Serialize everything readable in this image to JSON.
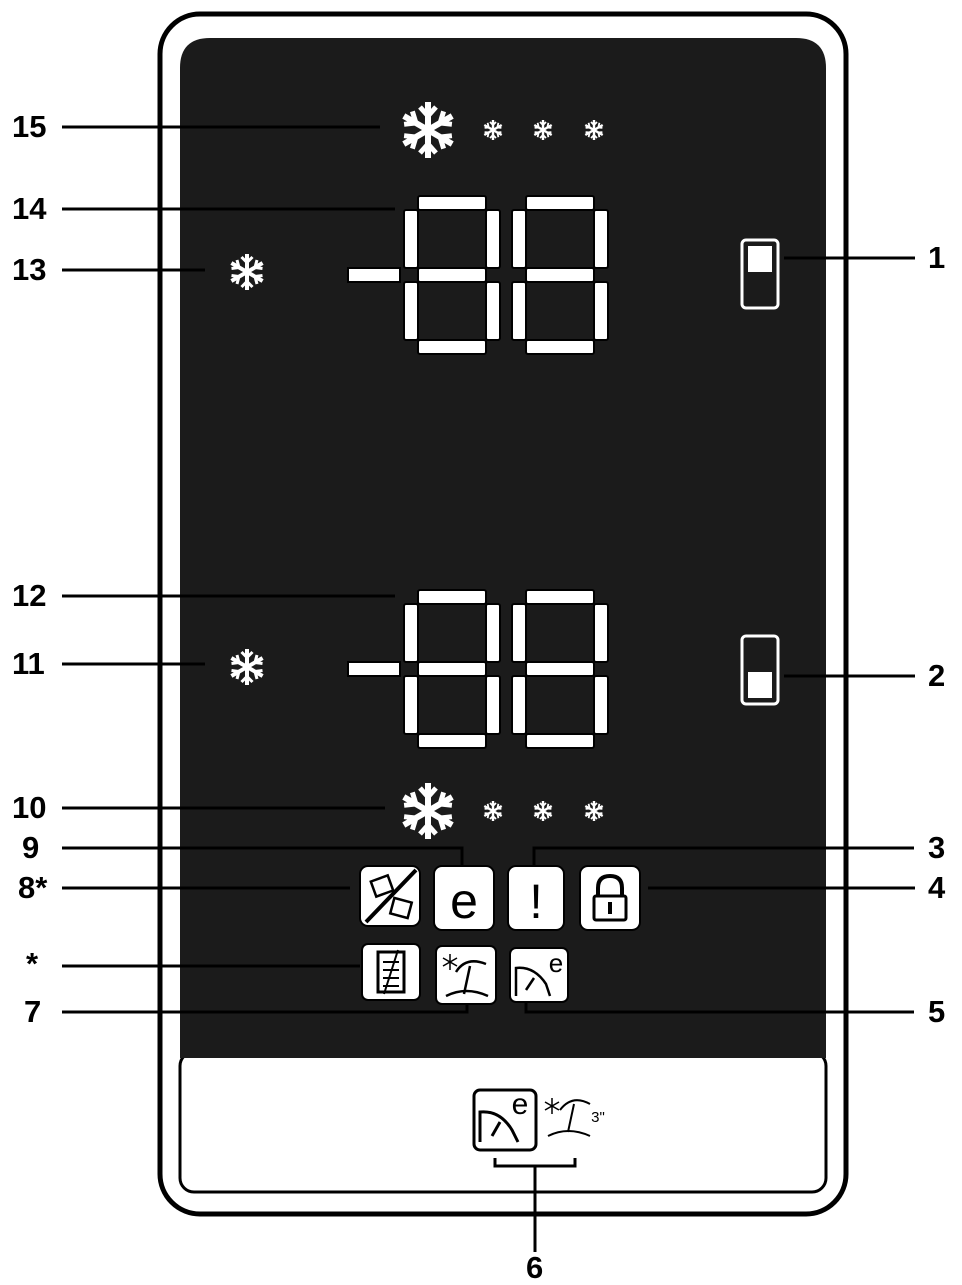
{
  "display": {
    "upper_digits": "-88",
    "lower_digits": "-88",
    "panel_color": "#1b1b1b",
    "frame_color": "#ffffff",
    "stroke_color": "#000000",
    "icon_fill": "#ffffff",
    "icon_e_label": "e",
    "alarm_glyph": "!",
    "vacation_bottom_timer": "3\""
  },
  "callouts": {
    "c15": "15",
    "c14": "14",
    "c13": "13",
    "c12": "12",
    "c11": "11",
    "c10": "10",
    "c9": "9",
    "c8": "8*",
    "cstar": "*",
    "c7": "7",
    "c1": "1",
    "c2": "2",
    "c3": "3",
    "c4": "4",
    "c5": "5",
    "c6": "6"
  }
}
